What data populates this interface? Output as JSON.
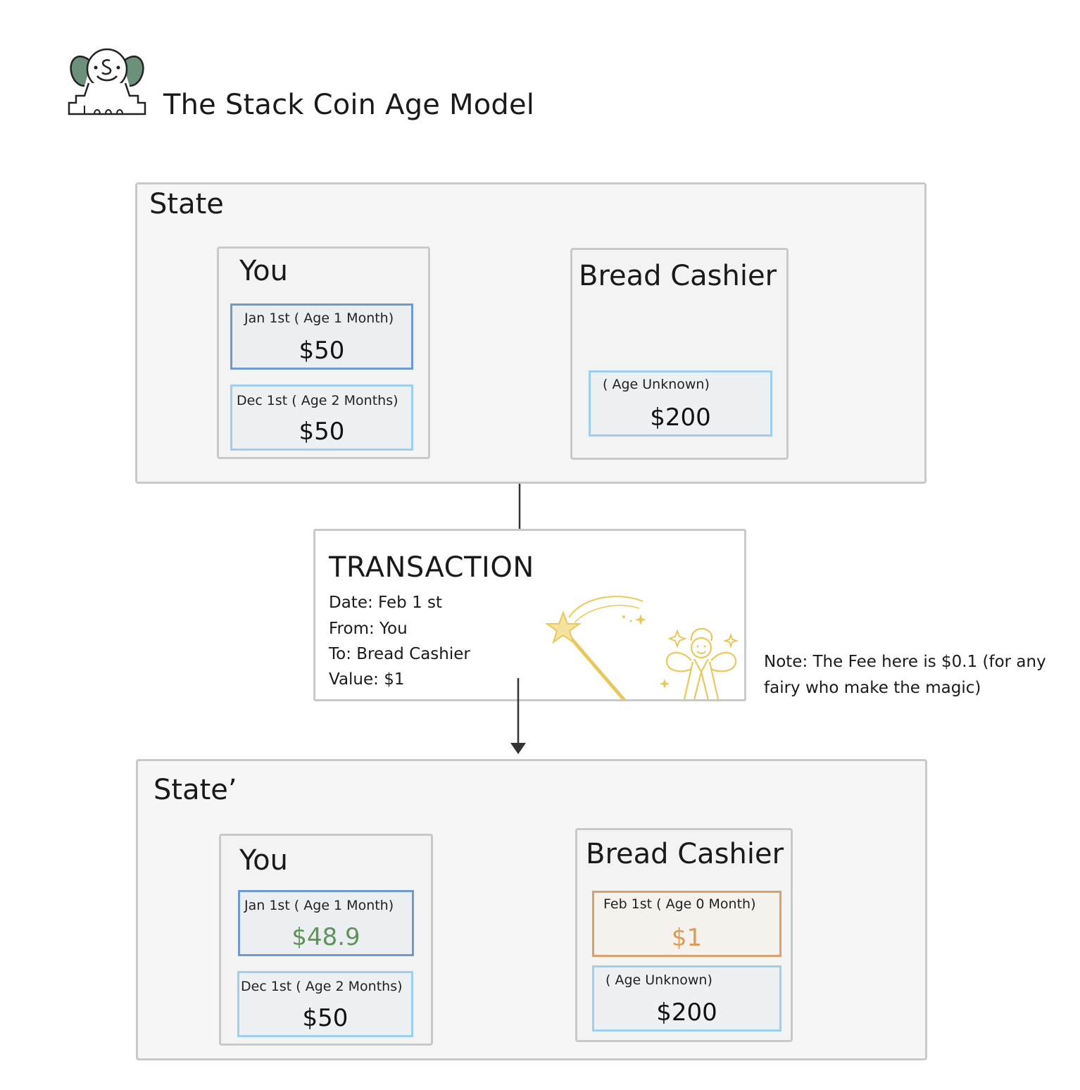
{
  "header": {
    "title": "The Stack Coin Age Model",
    "logo_icon": "stack-coin-mascot-icon"
  },
  "state_before": {
    "title": "State",
    "you": {
      "name": "You",
      "coins": [
        {
          "label": "Jan 1st ( Age 1 Month)",
          "value": "$50"
        },
        {
          "label": "Dec 1st ( Age 2 Months)",
          "value": "$50"
        }
      ]
    },
    "cashier": {
      "name": "Bread Cashier",
      "coins": [
        {
          "label": "( Age Unknown)",
          "value": "$200"
        }
      ]
    }
  },
  "transaction": {
    "title": "TRANSACTION",
    "date": "Date: Feb 1 st",
    "from": "From: You",
    "to": "To: Bread Cashier",
    "value": "Value: $1",
    "note": "Note: The Fee here is $0.1 (for any fairy who make the magic)"
  },
  "state_after": {
    "title": "State’",
    "you": {
      "name": "You",
      "coins": [
        {
          "label": "Jan 1st ( Age 1 Month)",
          "value": "$48.9"
        },
        {
          "label": "Dec 1st ( Age 2 Months)",
          "value": "$50"
        }
      ]
    },
    "cashier": {
      "name": "Bread Cashier",
      "coins": [
        {
          "label": "Feb 1st ( Age 0 Month)",
          "value": "$1"
        },
        {
          "label": "( Age Unknown)",
          "value": "$200"
        }
      ]
    }
  },
  "colors": {
    "coin_dark_border": "#6f9ad0",
    "coin_light_border": "#9ccff0",
    "new_coin_border": "#d9a06a",
    "changed_value": "#5e9557",
    "new_value": "#dd9a55",
    "magic_gold": "#e8c95a",
    "logo_green": "#6c907a"
  }
}
